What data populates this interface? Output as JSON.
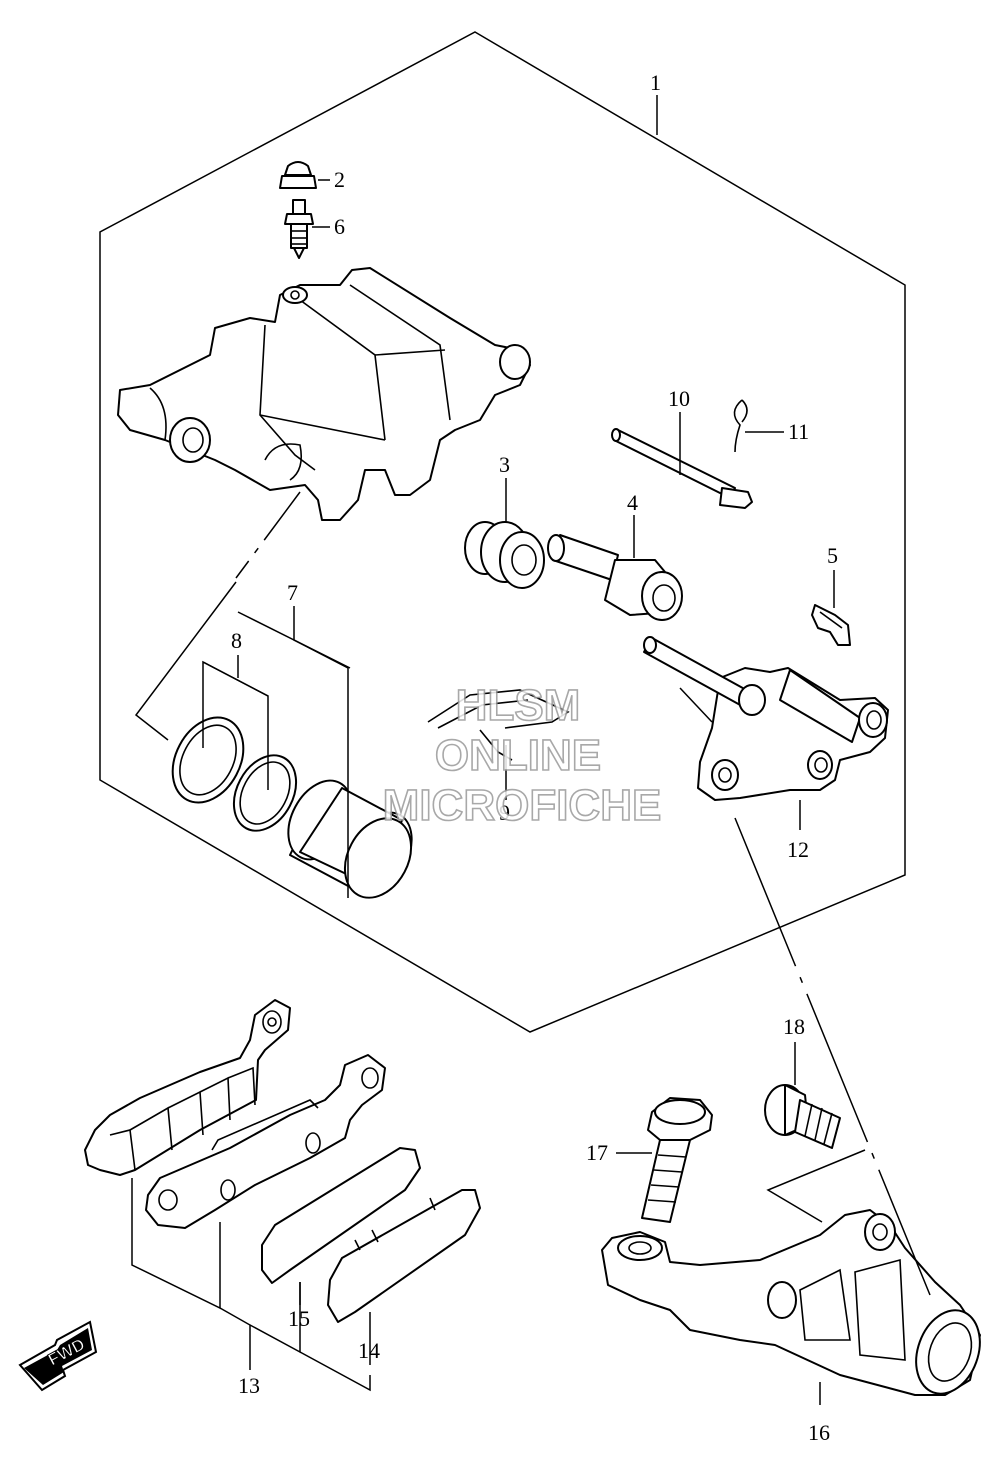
{
  "callouts": {
    "p1": "1",
    "p2": "2",
    "p3": "3",
    "p4": "4",
    "p5": "5",
    "p6": "6",
    "p7": "7",
    "p8": "8",
    "p9": "9",
    "p10": "10",
    "p11": "11",
    "p12": "12",
    "p13": "13",
    "p14": "14",
    "p15": "15",
    "p16": "16",
    "p17": "17",
    "p18": "18"
  },
  "watermark": {
    "line1": "HLSM",
    "line2": "ONLINE",
    "line3": "MICROFICHE"
  },
  "direction_label": "FWD",
  "colors": {
    "line": "#000000",
    "watermark": "#9a9a9a",
    "background": "#ffffff"
  }
}
